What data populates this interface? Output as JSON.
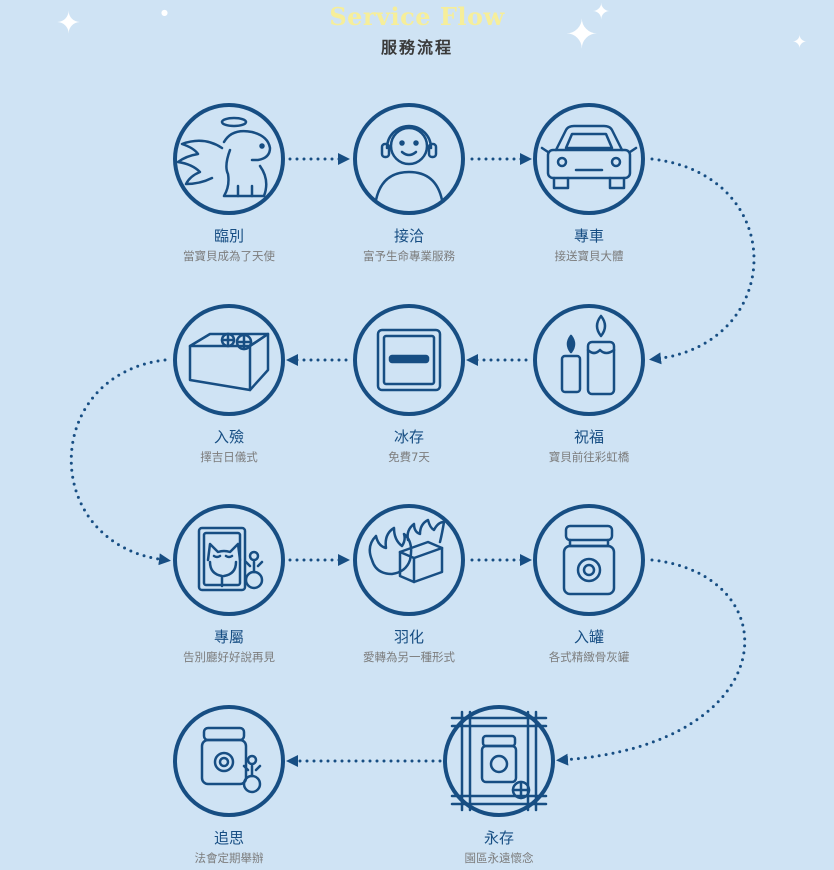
{
  "header": {
    "title_en": "Service Flow",
    "title_zh": "服務流程"
  },
  "colors": {
    "background": "#cfe3f4",
    "accent": "#174e83",
    "title": "#f6ee9a",
    "description": "#7c7c7c"
  },
  "steps": [
    {
      "name": "臨別",
      "desc": "當寶貝成為了天使",
      "icon": "angel-dog-icon"
    },
    {
      "name": "接洽",
      "desc": "富予生命專業服務",
      "icon": "headset-person-icon"
    },
    {
      "name": "專車",
      "desc": "接送寶貝大體",
      "icon": "car-icon"
    },
    {
      "name": "祝福",
      "desc": "寶貝前往彩虹橋",
      "icon": "candles-icon"
    },
    {
      "name": "冰存",
      "desc": "免費7天",
      "icon": "freezer-icon"
    },
    {
      "name": "入殮",
      "desc": "擇吉日儀式",
      "icon": "flower-box-icon"
    },
    {
      "name": "專屬",
      "desc": "告別廳好好說再見",
      "icon": "cat-portrait-icon"
    },
    {
      "name": "羽化",
      "desc": "愛轉為另一種形式",
      "icon": "fire-box-icon"
    },
    {
      "name": "入罐",
      "desc": "各式精緻骨灰罐",
      "icon": "urn-icon"
    },
    {
      "name": "永存",
      "desc": "園區永遠懷念",
      "icon": "memorial-niche-icon"
    },
    {
      "name": "追思",
      "desc": "法會定期舉辦",
      "icon": "urn-flower-icon"
    }
  ]
}
